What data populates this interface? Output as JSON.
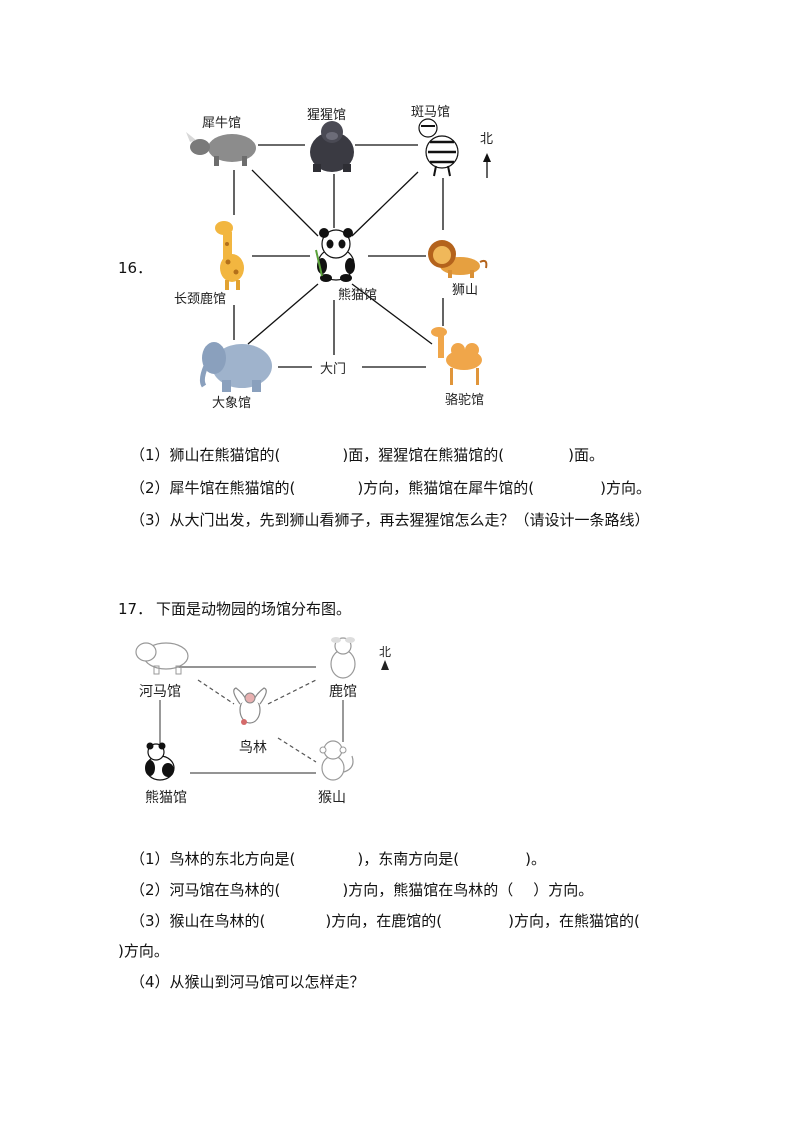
{
  "q16": {
    "number": "16．",
    "map": {
      "north": "北",
      "rhino": "犀牛馆",
      "gorilla": "猩猩馆",
      "zebra": "斑马馆",
      "giraffe": "长颈鹿馆",
      "panda": "熊猫馆",
      "lion": "狮山",
      "elephant": "大象馆",
      "gate": "大门",
      "camel": "骆驼馆"
    },
    "questions": [
      {
        "a": "（1）狮山在熊猫馆的(",
        "b": ")面，猩猩馆在熊猫馆的(",
        "c": ")面。"
      },
      {
        "a": "（2）犀牛馆在熊猫馆的(",
        "b": ")方向，熊猫馆在犀牛馆的(",
        "c": ")方向。"
      },
      {
        "a": "（3）从大门出发，先到狮山看狮子，再去猩猩馆怎么走？（请设计一条路线）"
      }
    ]
  },
  "q17": {
    "number": "17．",
    "intro": "下面是动物园的场馆分布图。",
    "map": {
      "north": "北",
      "hippo": "河马馆",
      "deer": "鹿馆",
      "bird": "鸟林",
      "panda": "熊猫馆",
      "monkey": "猴山"
    },
    "questions": [
      {
        "a": "（1）鸟林的东北方向是(",
        "b": ")，东南方向是(",
        "c": ")。"
      },
      {
        "a": "（2）河马馆在鸟林的(",
        "b": ")方向，熊猫馆在鸟林的（",
        "c": "）方向。"
      },
      {
        "a": "（3）猴山在鸟林的(",
        "b": ")方向，在鹿馆的(",
        "c": ")方向，在熊猫馆的("
      },
      {
        "a": ")方向。"
      },
      {
        "a": "（4）从猴山到河马馆可以怎样走？"
      }
    ]
  }
}
